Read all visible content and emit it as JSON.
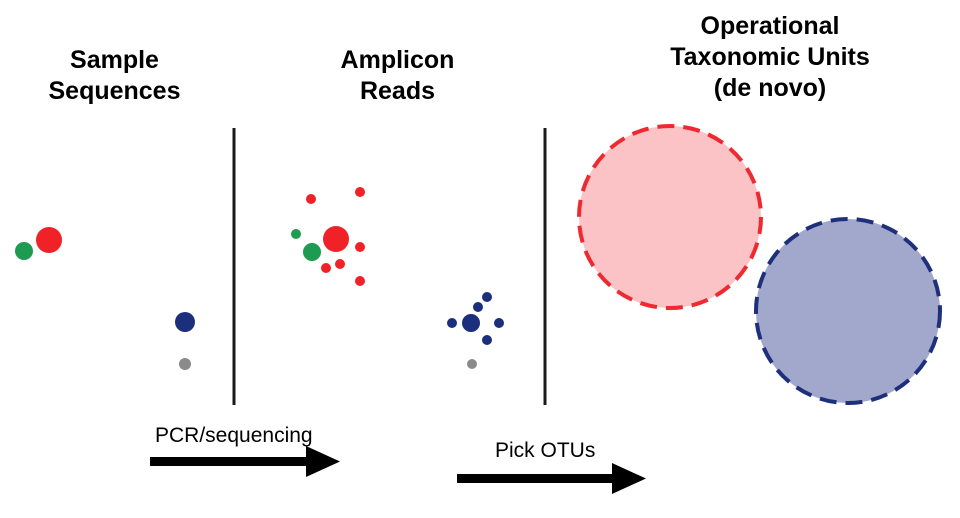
{
  "titles": {
    "sample": [
      "Sample",
      "Sequences"
    ],
    "amplicon": [
      "Amplicon",
      "Reads"
    ],
    "otu": [
      "Operational",
      "Taxonomic Units",
      "(de novo)"
    ]
  },
  "steps": {
    "pcr": "PCR/sequencing",
    "pick": "Pick OTUs"
  },
  "colors": {
    "red": "#f02127",
    "green": "#1d9b50",
    "navy": "#1b2f7d",
    "gray": "#8a8a8a",
    "otu_red_fill": "#fbc3c5",
    "otu_red_stroke": "#ee2a30",
    "otu_blue_fill": "#a1a8cb",
    "otu_blue_stroke": "#1e2f7c"
  }
}
